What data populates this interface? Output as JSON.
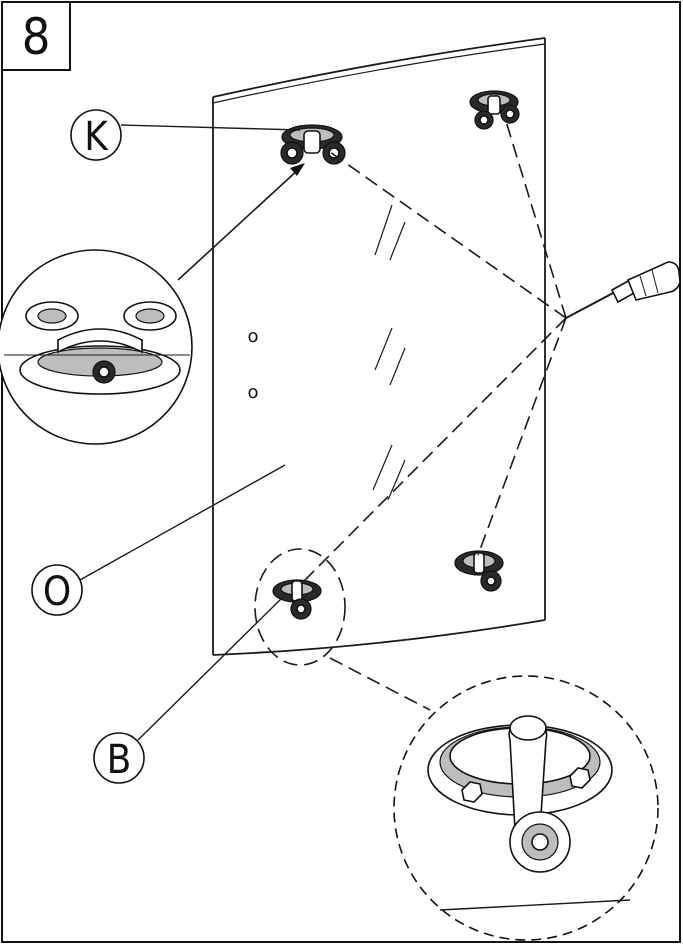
{
  "step": {
    "number": "8"
  },
  "callouts": {
    "k": "K",
    "o": "O",
    "b": "B"
  },
  "panel_marks": {
    "hole_top": "o",
    "hole_bottom": "o"
  },
  "icons": [
    "roller-k-icon",
    "roller-top-right-icon",
    "roller-b-icon",
    "roller-bottom-right-icon",
    "screwdriver-icon",
    "roller-detail-icon",
    "bottom-roller-detail-icon"
  ],
  "colors": {
    "ink": "#1a1a1a",
    "paper": "#ffffff"
  }
}
